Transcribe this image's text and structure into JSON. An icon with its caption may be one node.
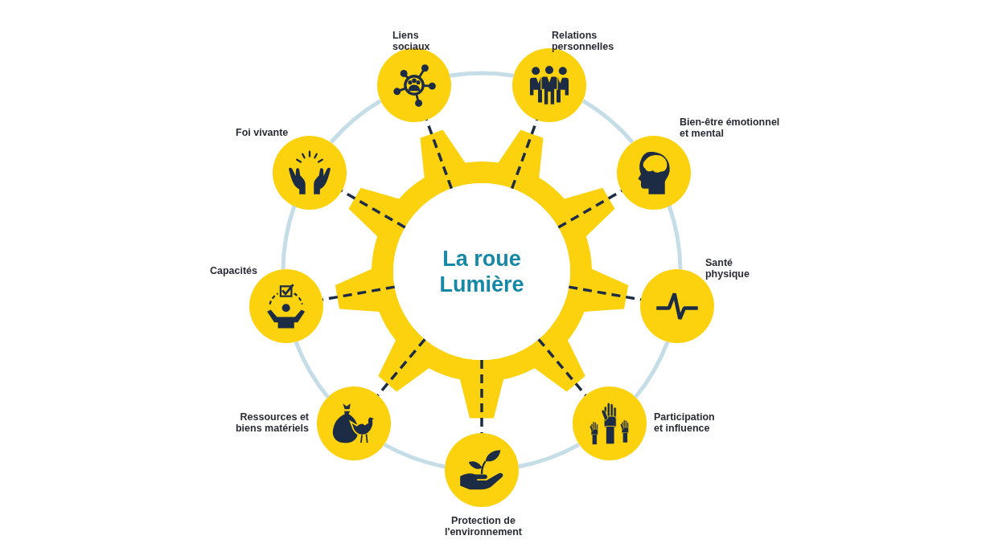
{
  "diagram": {
    "nodes": [
      {
        "text": [
          "La roue Lumière"
        ]
      },
      {
        "text": [
          "Liens sociaux"
        ]
      },
      {
        "text": [
          "Relations personnelles"
        ]
      },
      {
        "text": [
          "Bien-être émotionnel et mental"
        ]
      },
      {
        "text": [
          "Santé physique"
        ]
      },
      {
        "text": [
          "Participation et influence"
        ]
      },
      {
        "text": [
          "Protection de l'environnement"
        ]
      },
      {
        "text": [
          "Ressources et biens matériels"
        ]
      },
      {
        "text": [
          "Capacités"
        ]
      },
      {
        "text": [
          "Foi vivante"
        ]
      }
    ],
    "edges": [
      {
        "from": 0,
        "to": 1,
        "arrow": "none",
        "style": "dashed"
      },
      {
        "from": 0,
        "to": 2,
        "arrow": "none",
        "style": "dashed"
      },
      {
        "from": 0,
        "to": 3,
        "arrow": "none",
        "style": "dashed"
      },
      {
        "from": 0,
        "to": 4,
        "arrow": "none",
        "style": "dashed"
      },
      {
        "from": 0,
        "to": 5,
        "arrow": "none",
        "style": "dashed"
      },
      {
        "from": 0,
        "to": 6,
        "arrow": "none",
        "style": "dashed"
      },
      {
        "from": 0,
        "to": 7,
        "arrow": "none",
        "style": "dashed"
      },
      {
        "from": 0,
        "to": 8,
        "arrow": "none",
        "style": "dashed"
      },
      {
        "from": 0,
        "to": 9,
        "arrow": "none",
        "style": "dashed"
      },
      {
        "from": 1,
        "to": 2,
        "arrow": "none",
        "color": "#c5dde7"
      },
      {
        "from": 2,
        "to": 3,
        "arrow": "none",
        "color": "#c5dde7"
      },
      {
        "from": 3,
        "to": 4,
        "arrow": "none",
        "color": "#c5dde7"
      },
      {
        "from": 4,
        "to": 5,
        "arrow": "none",
        "color": "#c5dde7"
      },
      {
        "from": 5,
        "to": 6,
        "arrow": "none",
        "color": "#c5dde7"
      },
      {
        "from": 6,
        "to": 7,
        "arrow": "none",
        "color": "#c5dde7"
      },
      {
        "from": 7,
        "to": 8,
        "arrow": "none",
        "color": "#c5dde7"
      },
      {
        "from": 8,
        "to": 9,
        "arrow": "none",
        "color": "#c5dde7"
      },
      {
        "from": 9,
        "to": 1,
        "arrow": "none",
        "color": "#c5dde7"
      }
    ]
  }
}
